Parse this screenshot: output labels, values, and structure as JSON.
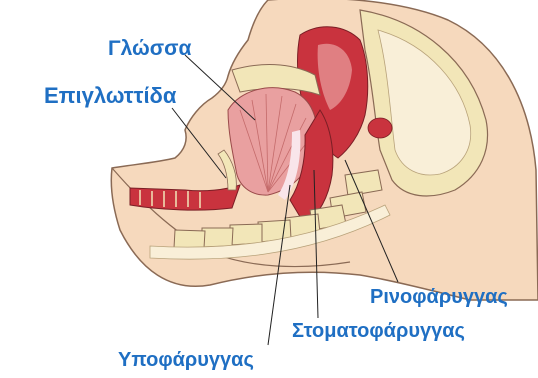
{
  "labels": {
    "tongue": "Γλώσσα",
    "epiglottis": "Επιγλωττίδα",
    "nasopharynx": "Ρινοφάρυγγας",
    "oropharynx": "Στοματοφάρυγγας",
    "hypopharynx": "Υποφάρυγγας"
  },
  "colors": {
    "label_text": "#1f6fc3",
    "skin": "#f6d9bd",
    "skin_outline": "#8a6a55",
    "tissue_red": "#c9333e",
    "tissue_pink": "#e9a0a0",
    "bone": "#f2e6b8",
    "airway": "#f9e5ea"
  }
}
